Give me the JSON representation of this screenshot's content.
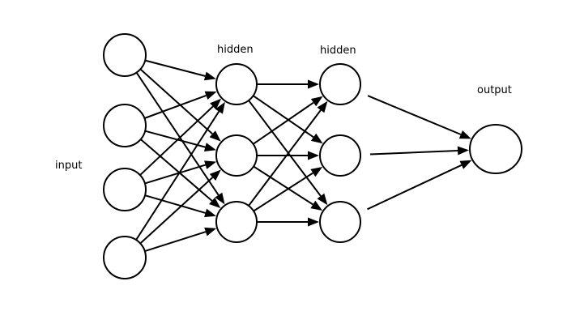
{
  "diagram": {
    "type": "neural-network",
    "colors": {
      "background": "#ffffff",
      "stroke": "#000000",
      "node_fill": "#ffffff"
    },
    "layers": [
      {
        "id": "input",
        "label": "input",
        "node_count": 4
      },
      {
        "id": "hidden1",
        "label": "hidden",
        "node_count": 3
      },
      {
        "id": "hidden2",
        "label": "hidden",
        "node_count": 3
      },
      {
        "id": "output",
        "label": "output",
        "node_count": 1
      }
    ],
    "connections": "fully-connected between consecutive layers",
    "edges": [
      {
        "from": "input-0",
        "to": "hidden1-0"
      },
      {
        "from": "input-0",
        "to": "hidden1-1"
      },
      {
        "from": "input-0",
        "to": "hidden1-2"
      },
      {
        "from": "input-1",
        "to": "hidden1-0"
      },
      {
        "from": "input-1",
        "to": "hidden1-1"
      },
      {
        "from": "input-1",
        "to": "hidden1-2"
      },
      {
        "from": "input-2",
        "to": "hidden1-0"
      },
      {
        "from": "input-2",
        "to": "hidden1-1"
      },
      {
        "from": "input-2",
        "to": "hidden1-2"
      },
      {
        "from": "input-3",
        "to": "hidden1-0"
      },
      {
        "from": "input-3",
        "to": "hidden1-1"
      },
      {
        "from": "input-3",
        "to": "hidden1-2"
      },
      {
        "from": "hidden1-0",
        "to": "hidden2-0"
      },
      {
        "from": "hidden1-0",
        "to": "hidden2-1"
      },
      {
        "from": "hidden1-0",
        "to": "hidden2-2"
      },
      {
        "from": "hidden1-1",
        "to": "hidden2-0"
      },
      {
        "from": "hidden1-1",
        "to": "hidden2-1"
      },
      {
        "from": "hidden1-1",
        "to": "hidden2-2"
      },
      {
        "from": "hidden1-2",
        "to": "hidden2-0"
      },
      {
        "from": "hidden1-2",
        "to": "hidden2-1"
      },
      {
        "from": "hidden1-2",
        "to": "hidden2-2"
      },
      {
        "from": "hidden2-0",
        "to": "output-0"
      },
      {
        "from": "hidden2-1",
        "to": "output-0"
      },
      {
        "from": "hidden2-2",
        "to": "output-0"
      }
    ]
  }
}
